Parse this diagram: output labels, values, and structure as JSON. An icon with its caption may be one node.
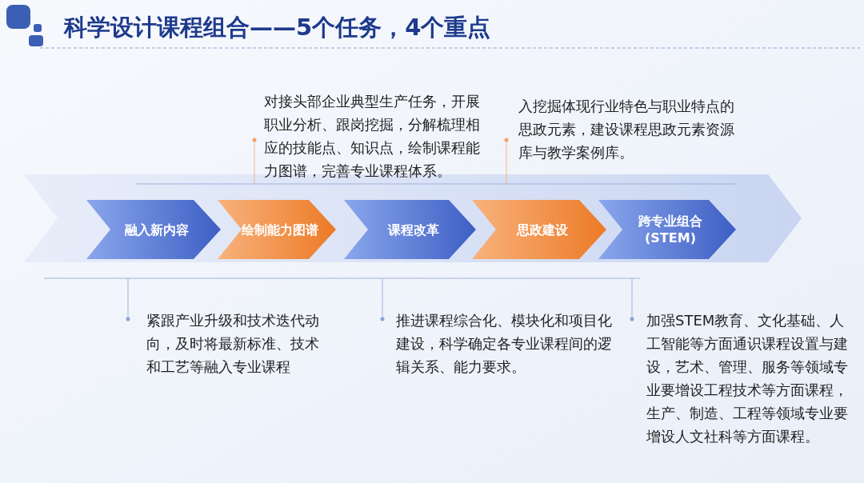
{
  "diagram": {
    "title": "科学设计课程组合——5个任务，4个重点",
    "nodes": [
      {
        "text": [
          "融入新内容"
        ],
        "beside": [
          "紧跟产业升级和技术迭代动向，及时将最新标准、技术和工艺等融入专业课程"
        ]
      },
      {
        "text": [
          "绘制能力图谱"
        ],
        "beside": [
          "对接头部企业典型生产任务，开展职业分析、跟岗挖掘，分解梳理相应的技能点、知识点，绘制课程能力图谱，完善专业课程体系。"
        ]
      },
      {
        "text": [
          "课程改革"
        ],
        "beside": [
          "推进课程综合化、模块化和项目化建设，科学确定各专业课程间的逻辑关系、能力要求。"
        ]
      },
      {
        "text": [
          "思政建设"
        ],
        "beside": [
          "入挖掘体现行业特色与职业特点的思政元素，建设课程思政元素资源库与教学案例库。"
        ]
      },
      {
        "text": [
          "跨专业组合 (STEM)"
        ],
        "beside": [
          "加强STEM教育、文化基础、人工智能等方面通识课程设置与建设，艺术、管理、服务等领域专业要增设工程技术等方面课程，生产、制造、工程等领域专业要增设人文社科等方面课程。"
        ]
      }
    ]
  }
}
